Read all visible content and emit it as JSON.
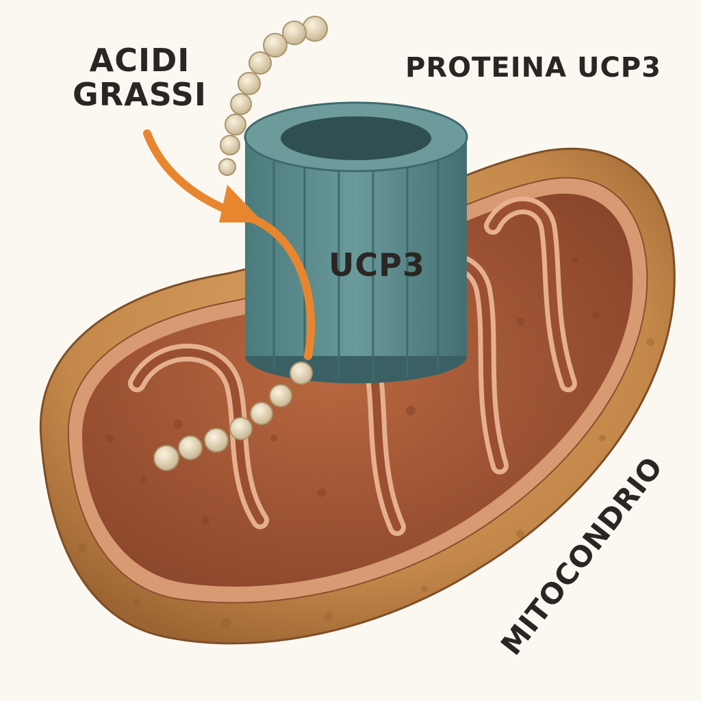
{
  "labels": {
    "fatty_acids_line1": "ACIDI",
    "fatty_acids_line2": "GRASSI",
    "protein_title": "PROTEINA UCP3",
    "protein_label": "UCP3",
    "organelle": "MITOCONDRIO"
  },
  "colors": {
    "background": "#fbf8f1",
    "outer_membrane": "#c98f4f",
    "inner_matrix": "#a65a3a",
    "cristae_edge": "#e2a98a",
    "protein": "#5a8a8c",
    "arrow": "#e8862f",
    "fatty_acid_bead": "#e7dcc4",
    "text": "#2a2623"
  },
  "icons": {
    "fatty_acid_chain": "bead-chain-icon",
    "transport_arrow": "curved-arrow-icon"
  }
}
